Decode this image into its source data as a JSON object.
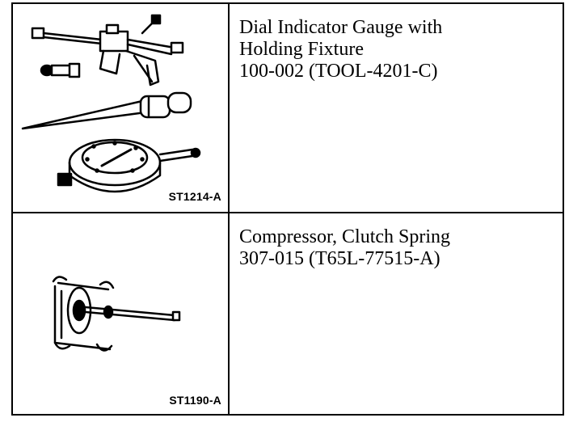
{
  "tools": [
    {
      "description_lines": [
        "Dial Indicator Gauge with",
        "Holding Fixture",
        "100-002 (TOOL-4201-C)"
      ],
      "figure_code": "ST1214-A",
      "illustration_icon": "dial-indicator-gauge-icon"
    },
    {
      "description_lines": [
        "Compressor, Clutch Spring",
        "307-015 (T65L-77515-A)"
      ],
      "figure_code": "ST1190-A",
      "illustration_icon": "clutch-spring-compressor-icon"
    }
  ]
}
